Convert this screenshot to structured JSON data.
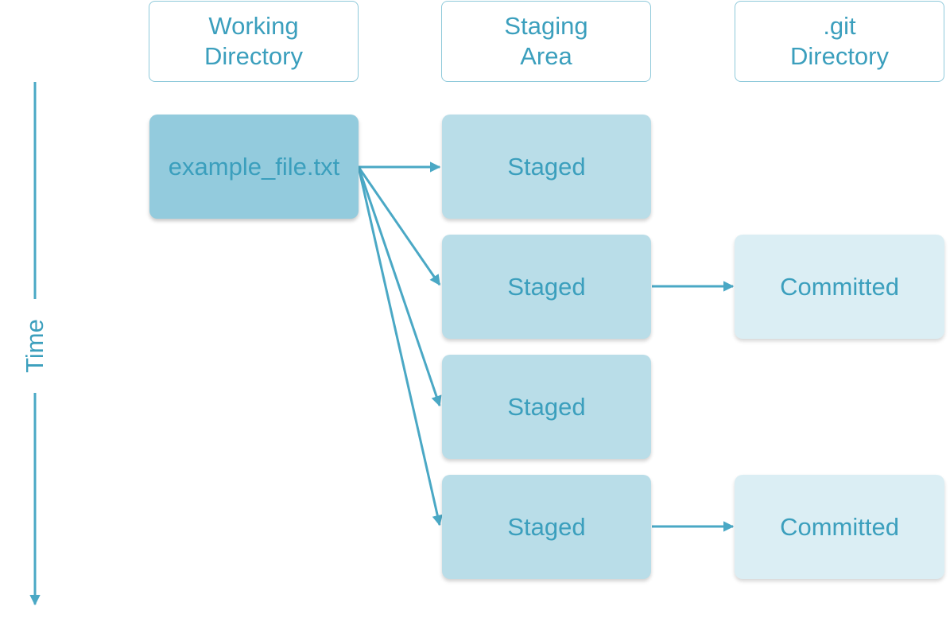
{
  "headers": {
    "working": "Working\nDirectory",
    "staging": "Staging\nArea",
    "git": ".git\nDirectory"
  },
  "file": "example_file.txt",
  "staged": [
    "Staged",
    "Staged",
    "Staged",
    "Staged"
  ],
  "committed": [
    "Committed",
    "Committed"
  ],
  "time_label": "Time",
  "colors": {
    "text": "#3b9fbd",
    "arrow": "#4aa8c5",
    "file_fill": "#93cbdd",
    "staged_fill": "#b9dde8",
    "committed_fill": "#dbeef4",
    "header_border": "#8ec9da"
  }
}
